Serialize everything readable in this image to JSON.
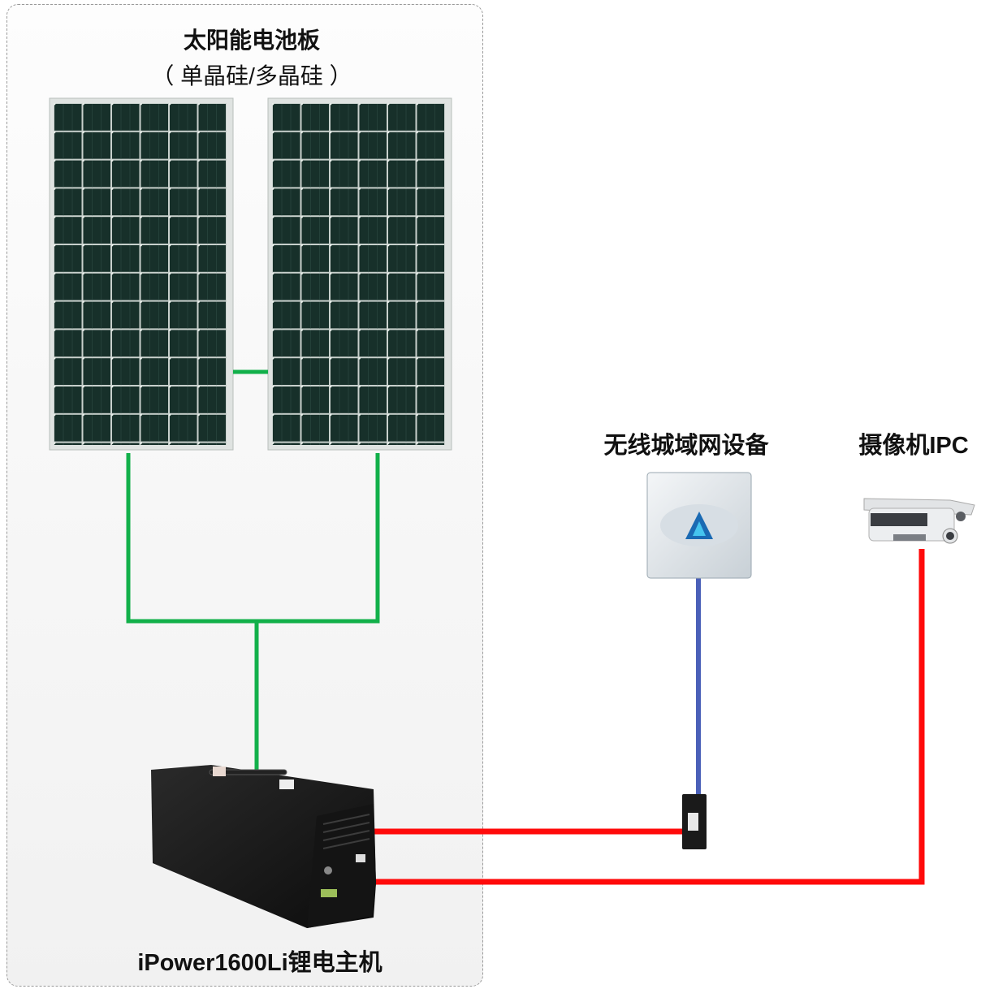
{
  "solar": {
    "title": "太阳能电池板",
    "subtitle": "（ 单晶硅/多晶硅 ）"
  },
  "wireless": {
    "label": "无线城域网设备"
  },
  "camera": {
    "label": "摄像机IPC"
  },
  "host": {
    "label": "iPower1600Li锂电主机"
  },
  "colors": {
    "solar_wire": "#12b04a",
    "power_wire": "#ff0a0a",
    "network_wire": "#4a60b8",
    "panel_cell": "#16302a"
  }
}
